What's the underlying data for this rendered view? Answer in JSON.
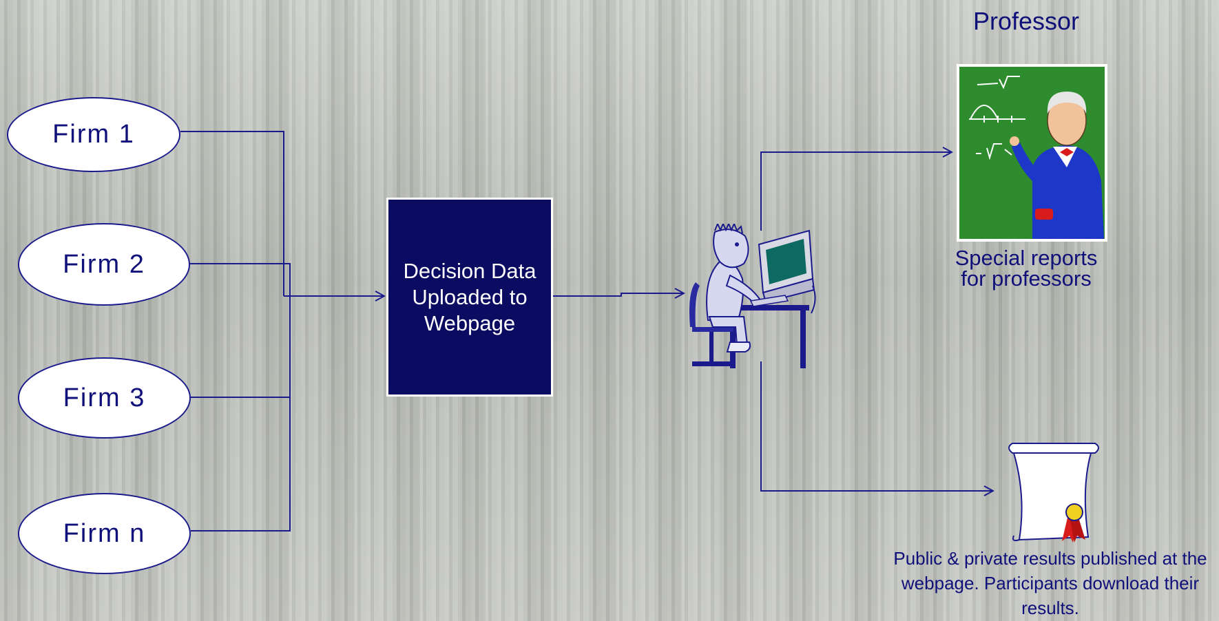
{
  "firms": [
    {
      "label": "Firm 1"
    },
    {
      "label": "Firm 2"
    },
    {
      "label": "Firm 3"
    },
    {
      "label": "Firm n"
    }
  ],
  "decision_box": {
    "text": "Decision Data Uploaded to Webpage"
  },
  "professor": {
    "title": "Professor",
    "caption": "Special reports for professors",
    "icon": "professor-at-chalkboard-icon"
  },
  "results": {
    "caption": "Public & private results published at the webpage. Participants download their results.",
    "icon": "certificate-scroll-icon"
  },
  "operator": {
    "icon": "person-at-computer-icon"
  },
  "colors": {
    "navy": "#0b0b62",
    "line": "#1a1a8c",
    "text": "#10107a",
    "chalkboard": "#2e8b2e"
  }
}
